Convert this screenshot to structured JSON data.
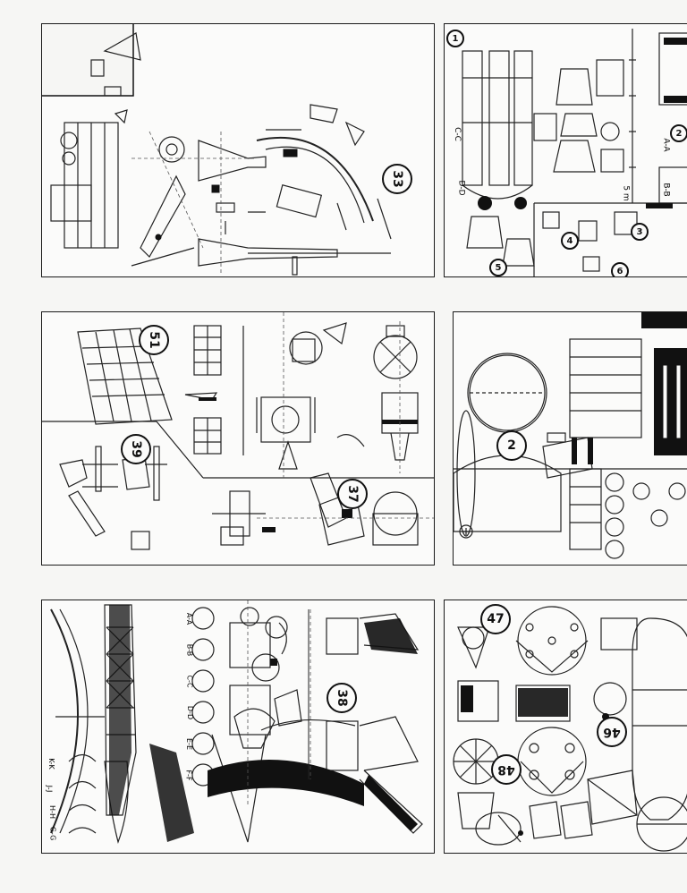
{
  "page": {
    "panels": [
      {
        "id": "top-left",
        "callouts": [
          "33"
        ]
      },
      {
        "id": "top-right",
        "callouts": [
          "1",
          "2",
          "3",
          "4",
          "5",
          "6"
        ]
      },
      {
        "id": "middle-left",
        "callouts": [
          "51",
          "39",
          "37"
        ]
      },
      {
        "id": "middle-right",
        "callouts": [
          "2"
        ]
      },
      {
        "id": "bottom-left",
        "callouts": [
          "38"
        ]
      },
      {
        "id": "bottom-right",
        "callouts": [
          "47",
          "46",
          "48"
        ]
      }
    ]
  },
  "labels": {
    "p33": "33",
    "p51": "51",
    "p39": "39",
    "p37": "37",
    "p2": "2",
    "p38": "38",
    "p47": "47",
    "p46": "46",
    "p48": "48",
    "tr1": "1",
    "tr2": "2",
    "tr3": "3",
    "tr4": "4",
    "tr5": "5",
    "tr6": "6",
    "sec_cc": "C-C",
    "sec_dd": "D-D",
    "sec_gg": "G-G",
    "sec_aa": "A-A",
    "sec_bb": "B-B",
    "sec_ee": "E-E",
    "sec_ff": "F-F",
    "sec_kk": "K-K",
    "sec_jj": "J-J",
    "sec_hh": "H-H",
    "scale_5m": "5 m"
  }
}
